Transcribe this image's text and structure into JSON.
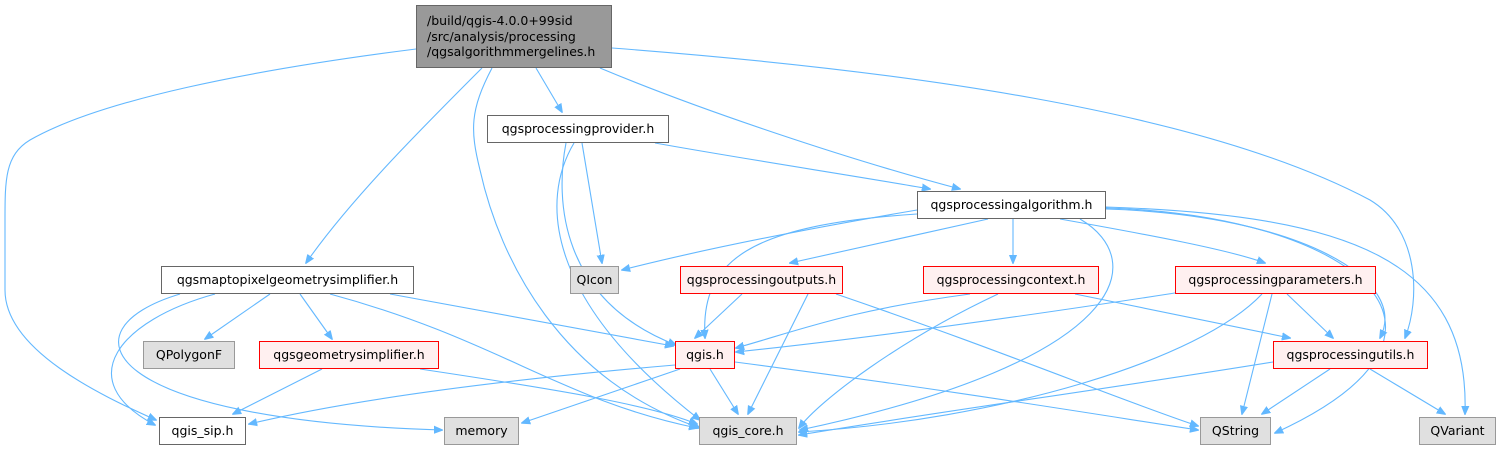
{
  "diagram": {
    "type": "include-dependency-graph",
    "colors": {
      "edge": "#63b8ff",
      "root_fill": "#999999",
      "plain_fill": "#ffffff",
      "red_border": "#ff0000",
      "red_fill": "#fff0f0",
      "gray_fill": "#e0e0e0"
    },
    "nodes": {
      "root": {
        "lines": [
          "/build/qgis-4.0.0+99sid",
          "/src/analysis/processing",
          "/qgsalgorithmmergelines.h"
        ]
      },
      "provider": {
        "label": "qgsprocessingprovider.h"
      },
      "algorithm": {
        "label": "qgsprocessingalgorithm.h"
      },
      "maptopixel": {
        "label": "qgsmaptopixelgeometrysimplifier.h"
      },
      "qicon": {
        "label": "QIcon"
      },
      "outputs": {
        "label": "qgsprocessingoutputs.h"
      },
      "context": {
        "label": "qgsprocessingcontext.h"
      },
      "parameters": {
        "label": "qgsprocessingparameters.h"
      },
      "qpolygonf": {
        "label": "QPolygonF"
      },
      "geomsimplifier": {
        "label": "qgsgeometrysimplifier.h"
      },
      "qgis": {
        "label": "qgis.h"
      },
      "utils": {
        "label": "qgsprocessingutils.h"
      },
      "sip": {
        "label": "qgis_sip.h"
      },
      "memory": {
        "label": "memory"
      },
      "core": {
        "label": "qgis_core.h"
      },
      "qstring": {
        "label": "QString"
      },
      "qvariant": {
        "label": "QVariant"
      }
    },
    "edges": [
      [
        "root",
        "provider"
      ],
      [
        "root",
        "algorithm"
      ],
      [
        "root",
        "maptopixel"
      ],
      [
        "root",
        "sip"
      ],
      [
        "root",
        "core"
      ],
      [
        "root",
        "utils"
      ],
      [
        "provider",
        "algorithm"
      ],
      [
        "provider",
        "qicon"
      ],
      [
        "provider",
        "qgis"
      ],
      [
        "provider",
        "core"
      ],
      [
        "algorithm",
        "qicon"
      ],
      [
        "algorithm",
        "outputs"
      ],
      [
        "algorithm",
        "context"
      ],
      [
        "algorithm",
        "parameters"
      ],
      [
        "algorithm",
        "qgis"
      ],
      [
        "algorithm",
        "utils"
      ],
      [
        "algorithm",
        "core"
      ],
      [
        "algorithm",
        "qstring"
      ],
      [
        "algorithm",
        "qvariant"
      ],
      [
        "maptopixel",
        "qpolygonf"
      ],
      [
        "maptopixel",
        "geomsimplifier"
      ],
      [
        "maptopixel",
        "qgis"
      ],
      [
        "maptopixel",
        "sip"
      ],
      [
        "maptopixel",
        "memory"
      ],
      [
        "maptopixel",
        "core"
      ],
      [
        "outputs",
        "qgis"
      ],
      [
        "outputs",
        "core"
      ],
      [
        "outputs",
        "qstring"
      ],
      [
        "context",
        "qgis"
      ],
      [
        "context",
        "core"
      ],
      [
        "context",
        "utils"
      ],
      [
        "parameters",
        "qgis"
      ],
      [
        "parameters",
        "utils"
      ],
      [
        "parameters",
        "core"
      ],
      [
        "parameters",
        "qstring"
      ],
      [
        "geomsimplifier",
        "sip"
      ],
      [
        "geomsimplifier",
        "core"
      ],
      [
        "qgis",
        "sip"
      ],
      [
        "qgis",
        "memory"
      ],
      [
        "qgis",
        "core"
      ],
      [
        "qgis",
        "qstring"
      ],
      [
        "utils",
        "core"
      ],
      [
        "utils",
        "qstring"
      ],
      [
        "utils",
        "qvariant"
      ]
    ]
  }
}
